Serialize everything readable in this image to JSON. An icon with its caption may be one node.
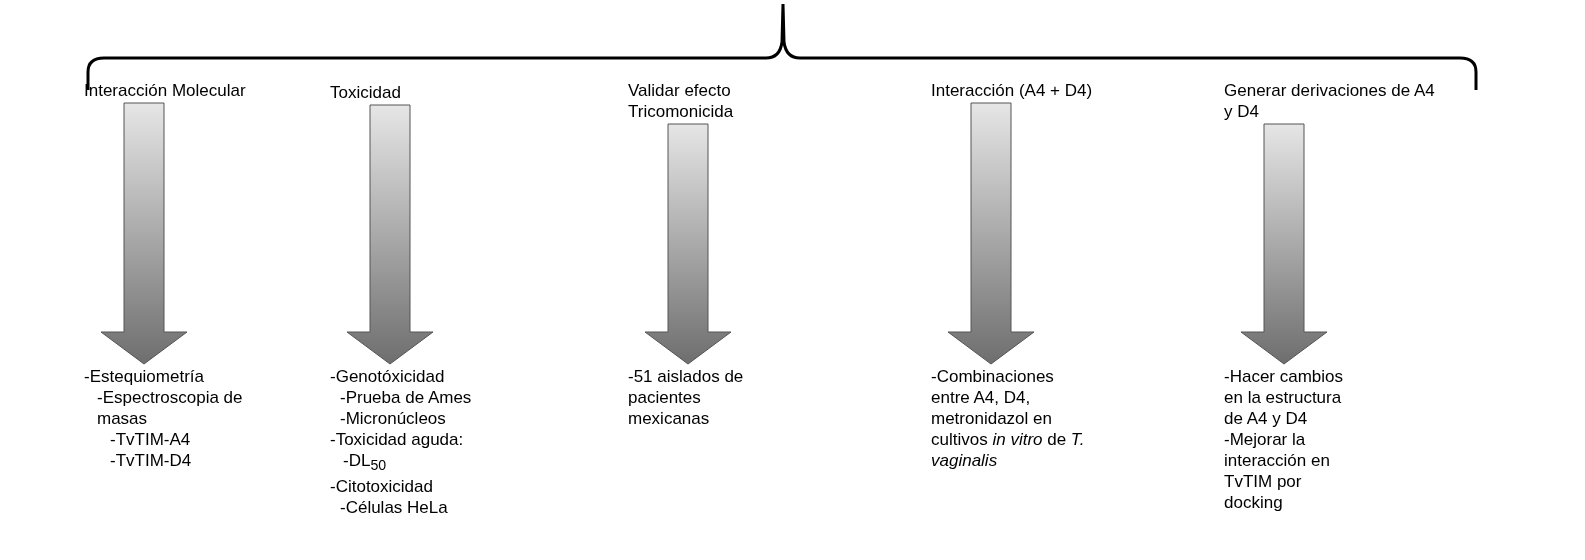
{
  "diagram": {
    "nodes": [
      {
        "text": [
          "Interacción Molecular"
        ]
      },
      {
        "text": [
          "Toxicidad"
        ]
      },
      {
        "text": [
          "Validar efecto Tricomonicida"
        ]
      },
      {
        "text": [
          "Interacción (A4 + D4)"
        ]
      },
      {
        "text": [
          "Generar derivaciones de A4 y D4"
        ]
      },
      {
        "text": [
          "-Estequiometría",
          "-Espectroscopia de masas",
          "-TvTIM-A4",
          "-TvTIM-D4"
        ]
      },
      {
        "text": [
          "-Genotóxicidad",
          "-Prueba de Ames",
          "-Micronúcleos",
          "-Toxicidad aguda:",
          "-DL$_{50}$",
          "-Citotoxicidad",
          "-Células HeLa"
        ]
      },
      {
        "text": [
          "-51 aislados de pacientes mexicanas"
        ]
      },
      {
        "text": [
          "-Combinaciones entre A4, D4, metronidazol en cultivos *in vitro* de *T. vaginalis*"
        ]
      },
      {
        "text": [
          "-Hacer cambios en la estructura de A4 y D4",
          "-Mejorar la interacción en TvTIM por docking"
        ]
      }
    ],
    "edges": [
      {
        "from": 0,
        "to": 5,
        "arrow": "to"
      },
      {
        "from": 1,
        "to": 6,
        "arrow": "to"
      },
      {
        "from": 2,
        "to": 7,
        "arrow": "to"
      },
      {
        "from": 3,
        "to": 8,
        "arrow": "to"
      },
      {
        "from": 4,
        "to": 9,
        "arrow": "to"
      }
    ]
  }
}
